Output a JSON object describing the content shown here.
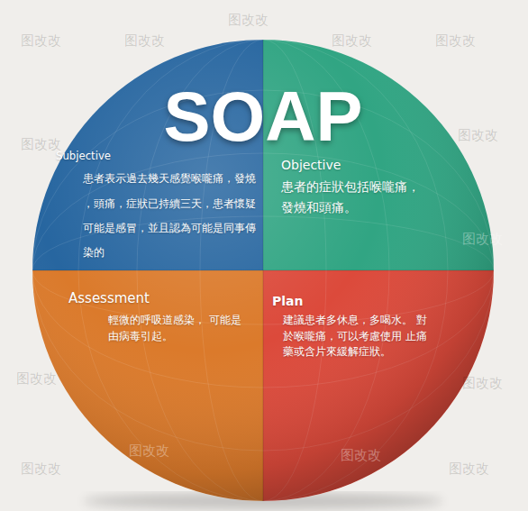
{
  "diagram": {
    "title": "SOAP",
    "nodes": [
      {
        "text": [
          "Subjective",
          "患者表示過去幾天感覺喉嚨痛，發燒 ，頭痛，症狀已持續三天，患者懷疑 可能是感冒，並且認為可能是同事傳染的"
        ]
      },
      {
        "text": [
          "Objective",
          "患者的症狀包括喉嚨痛， 發燒和頭痛。"
        ]
      },
      {
        "text": [
          "Assessment",
          "輕微的呼吸道感染， 可能是由病毒引起。"
        ]
      },
      {
        "text": [
          "Plan",
          "建議患者多休息，多喝水。 對於喉嚨痛，可以考慮使用 止痛藥或含片來緩解症狀。"
        ]
      }
    ],
    "labels": [
      "图改改",
      "图改改",
      "图改改",
      "图改改",
      "图改改",
      "图改改",
      "图改改",
      "图改改",
      "图改改",
      "图改改",
      "图改改",
      "图改改",
      "图改改",
      "图改改"
    ]
  }
}
